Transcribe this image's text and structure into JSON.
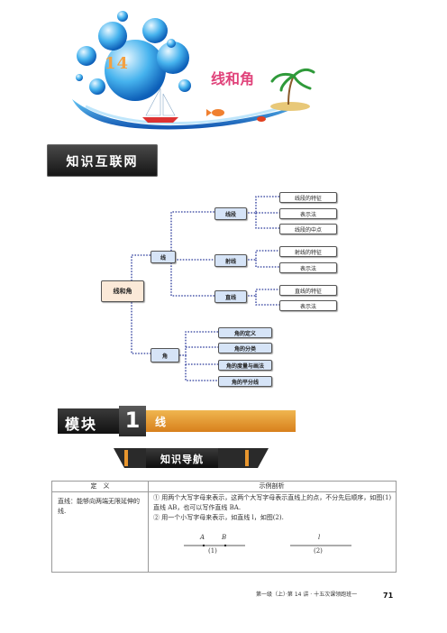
{
  "header": {
    "lesson_number": "14",
    "lesson_title": "线和角"
  },
  "banner_network": "知识互联网",
  "mindmap": {
    "root": "线和角",
    "branches": [
      {
        "label": "线",
        "children": [
          {
            "label": "线段",
            "leaves": [
              "线段的特征",
              "表示法",
              "线段的中点"
            ]
          },
          {
            "label": "射线",
            "leaves": [
              "射线的特征",
              "表示法"
            ]
          },
          {
            "label": "直线",
            "leaves": [
              "直线的特征",
              "表示法"
            ]
          }
        ]
      },
      {
        "label": "角",
        "leaves": [
          "角的定义",
          "角的分类",
          "角的度量与画法",
          "角的平分线"
        ]
      }
    ]
  },
  "module": {
    "label": "模块",
    "number": "1",
    "title": "线"
  },
  "nav_banner": "知识导航",
  "table": {
    "headers": [
      "定　义",
      "示例剖析"
    ],
    "definition": "直线：能够向两端无限延伸的线.",
    "examples": [
      "① 用两个大写字母来表示，这两个大写字母表示直线上的点，不分先后顺序，如图(1)直线 AB，也可以写作直线 BA.",
      "② 用一个小写字母来表示，如直线 l，如图(2)."
    ],
    "figure1": {
      "label_a": "A",
      "label_b": "B",
      "caption": "(1)"
    },
    "figure2": {
      "label_l": "l",
      "caption": "(2)"
    }
  },
  "footer": {
    "text": "第一级（上）·第 14 讲 · 十五次课领跑班一",
    "page": "71"
  },
  "colors": {
    "lesson_title": "#e0427a",
    "lesson_number": "#f4a040",
    "module_orange": "#e8962e",
    "mindmap_dots": "#2b3a9b"
  }
}
